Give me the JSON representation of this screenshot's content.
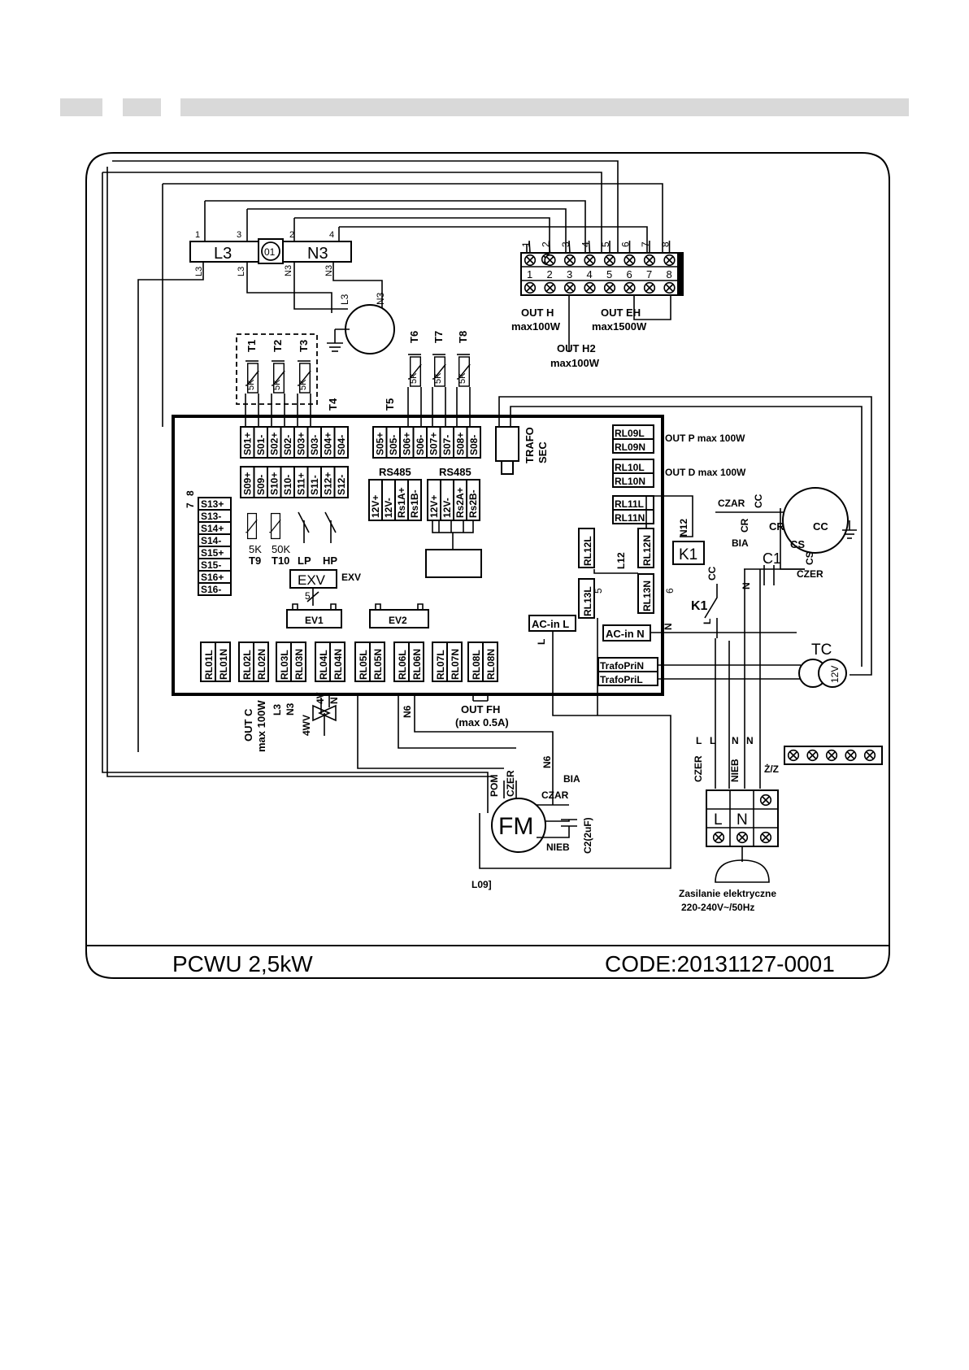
{
  "model": "PCWU 2,5kW",
  "code": "CODE:20131127-0001",
  "colors": {
    "ink": "#000000",
    "header_bar": "#d9d9d9",
    "paper": "#ffffff"
  },
  "top_block": {
    "left": "L3",
    "center": "01",
    "right": "N3",
    "pins": [
      "1",
      "3",
      "2",
      "4",
      "1",
      "3",
      "5",
      "7",
      "2",
      "4",
      "6",
      "8"
    ]
  },
  "terminal_strip": {
    "numbers": [
      "1",
      "2",
      "3",
      "4",
      "5",
      "6",
      "7",
      "8"
    ]
  },
  "outputs": {
    "out_h": "OUT H",
    "out_h_max": "max100W",
    "out_eh": "OUT EH",
    "out_eh_max": "max1500W",
    "out_h2": "OUT H2",
    "out_h2_max": "max100W",
    "out_p": "OUT P max 100W",
    "out_d": "OUT D max 100W",
    "out_c": "OUT C",
    "out_c_max": "max 100W",
    "out_fh": "OUT FH",
    "out_fh_max": "(max 0.5A)"
  },
  "sensors_top": [
    "T1",
    "T2",
    "T3",
    "T4",
    "T5",
    "T6",
    "T7",
    "T8"
  ],
  "sensor_res": "5K",
  "s_top_row": [
    "S01+",
    "S01-",
    "S02+",
    "S02-",
    "S03+",
    "S03-",
    "S04+",
    "S04-"
  ],
  "s_top_row2": [
    "S05+",
    "S05-",
    "S06+",
    "S06-",
    "S07+",
    "S07-",
    "S08+",
    "S08-"
  ],
  "s_mid_row": [
    "S09+",
    "S09-",
    "S10+",
    "S10-",
    "S11+",
    "S11-",
    "S12+",
    "S12-"
  ],
  "s_left_col": [
    "S13+",
    "S13-",
    "S14+",
    "S14-",
    "S15+",
    "S15-",
    "S16+",
    "S16-"
  ],
  "rs485": {
    "label": "RS485",
    "a": [
      "12V+",
      "12V-",
      "Rs1A+",
      "Rs1B-"
    ],
    "b": [
      "12V+",
      "12V-",
      "Rs2A+",
      "Rs2B-"
    ]
  },
  "lower_sensors": {
    "t9": "T9",
    "t9_res": "5K",
    "t10": "T10",
    "t10_res": "50K",
    "lp": "LP",
    "hp": "HP"
  },
  "exv": {
    "box": "EXV",
    "label": "EXV",
    "pin": "5",
    "ev1": "EV1",
    "ev2": "EV2"
  },
  "relays_bottom": [
    [
      "RL01L",
      "RL01N"
    ],
    [
      "RL02L",
      "RL02N"
    ],
    [
      "RL03L",
      "RL03N"
    ],
    [
      "RL04L",
      "RL04N"
    ],
    [
      "RL05L",
      "RL05N"
    ],
    [
      "RL06L",
      "RL06N"
    ],
    [
      "RL07L",
      "RL07N"
    ],
    [
      "RL08L",
      "RL08N"
    ]
  ],
  "relays_right": [
    [
      "RL09L",
      "RL09N"
    ],
    [
      "RL10L",
      "RL10N"
    ],
    [
      "RL11L",
      "RL11N"
    ]
  ],
  "rl12": {
    "l": "RL12L",
    "n": "RL12N",
    "l_wire": "L12",
    "n_wire": "N12"
  },
  "rl13": {
    "l": "RL13L",
    "n": "RL13N",
    "pin5": "5",
    "pin6": "6"
  },
  "ac_in": {
    "l": "AC-in L",
    "n": "AC-in N",
    "l_wire": "L",
    "n_wire": "N"
  },
  "trafo": {
    "sec": "TRAFO",
    "sec2": "SEC",
    "pri_n": "TrafoPriN",
    "pri_l": "TrafoPriL",
    "tc": "TC",
    "volt": "12V"
  },
  "contactor": {
    "k1": "K1",
    "cc": "CC",
    "l": "L"
  },
  "compressor": {
    "czar": "CZAR",
    "cc": "CC",
    "cr": "CR",
    "cs": "CS",
    "bia": "BIA",
    "c1": "C1",
    "czer": "CZER",
    "n": "N"
  },
  "valve": {
    "label": "4WV",
    "v": "4V",
    "n": "N",
    "l3": "L3",
    "n3": "N3"
  },
  "fan": {
    "fm": "FM",
    "n6": "N6",
    "pom": "POM",
    "czer": "CZER",
    "bia": "BIA",
    "czar": "CZAR",
    "nieb": "NIEB",
    "c2": "C2(2uF)",
    "l09": "L09]"
  },
  "motor_wires": {
    "l3": "L3",
    "n3": "N3"
  },
  "mains": {
    "czer": "CZER",
    "nieb": "NIEB",
    "zz": "Ż/Z",
    "l": "L",
    "n": "N",
    "wires": [
      "L",
      "L",
      "N",
      "N"
    ],
    "caption": "Zasilanie elektryczne",
    "voltage": "220-240V~/50Hz"
  },
  "wire_misc": {
    "l3_a": "L3",
    "l3_b": "L3",
    "n3_a": "N3",
    "n3_b": "N3",
    "seven": "7",
    "eight": "8"
  }
}
